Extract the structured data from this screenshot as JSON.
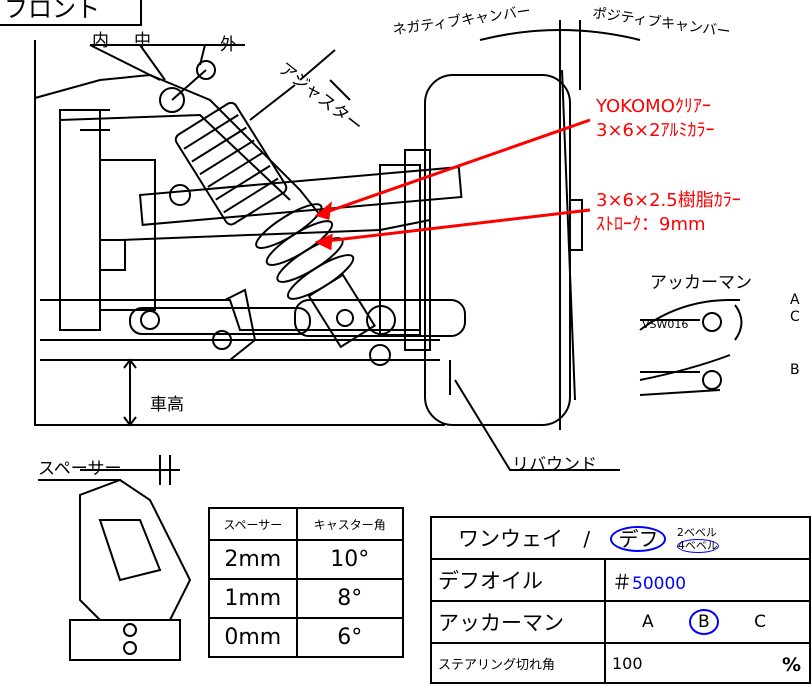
{
  "labels": {
    "front_title": "フロント",
    "inner": "内",
    "middle": "中",
    "outer": "外",
    "caster": "アジャスター",
    "negative_camber": "ネガティブキャンバー",
    "positive_camber": "ポジティブキャンバー",
    "ride_height": "車高",
    "rebound": "リバウンド",
    "spacer": "スペーサー",
    "ackermann": "アッカーマン",
    "vsw": "VSW016",
    "ack_a": "A",
    "ack_c": "C",
    "ack_b": "B"
  },
  "notes": {
    "yokomo_line1": "YOKOMOｸﾘｱｰ",
    "yokomo_line2": "3×6×2ｱﾙﾐｶﾗｰ",
    "collar_line1": "3×6×2.5樹脂ｶﾗｰ",
    "collar_line2": "ｽﾄﾛｰｸ：9mm"
  },
  "caster_table": {
    "headers": [
      "スペーサー",
      "キャスター角"
    ],
    "rows": [
      [
        "2mm",
        "10°"
      ],
      [
        "1mm",
        "8°"
      ],
      [
        "0mm",
        "6°"
      ]
    ]
  },
  "setup_table": {
    "oneway_label": "ワンウェイ",
    "slash": "/",
    "diff": "デフ",
    "bevel2": "2ベベル",
    "bevel4": "4ベベル",
    "diff_oil_label": "デフオイル",
    "diff_oil_prefix": "＃",
    "diff_oil_value": "50000",
    "ackermann_label": "アッカーマン",
    "ack_a": "A",
    "ack_b": "B",
    "ack_c": "C",
    "steering_label": "ステアリング切れ角",
    "steering_value": "100",
    "percent": "%"
  },
  "colors": {
    "note_red": "#ff0000",
    "value_blue": "#0000ff"
  }
}
